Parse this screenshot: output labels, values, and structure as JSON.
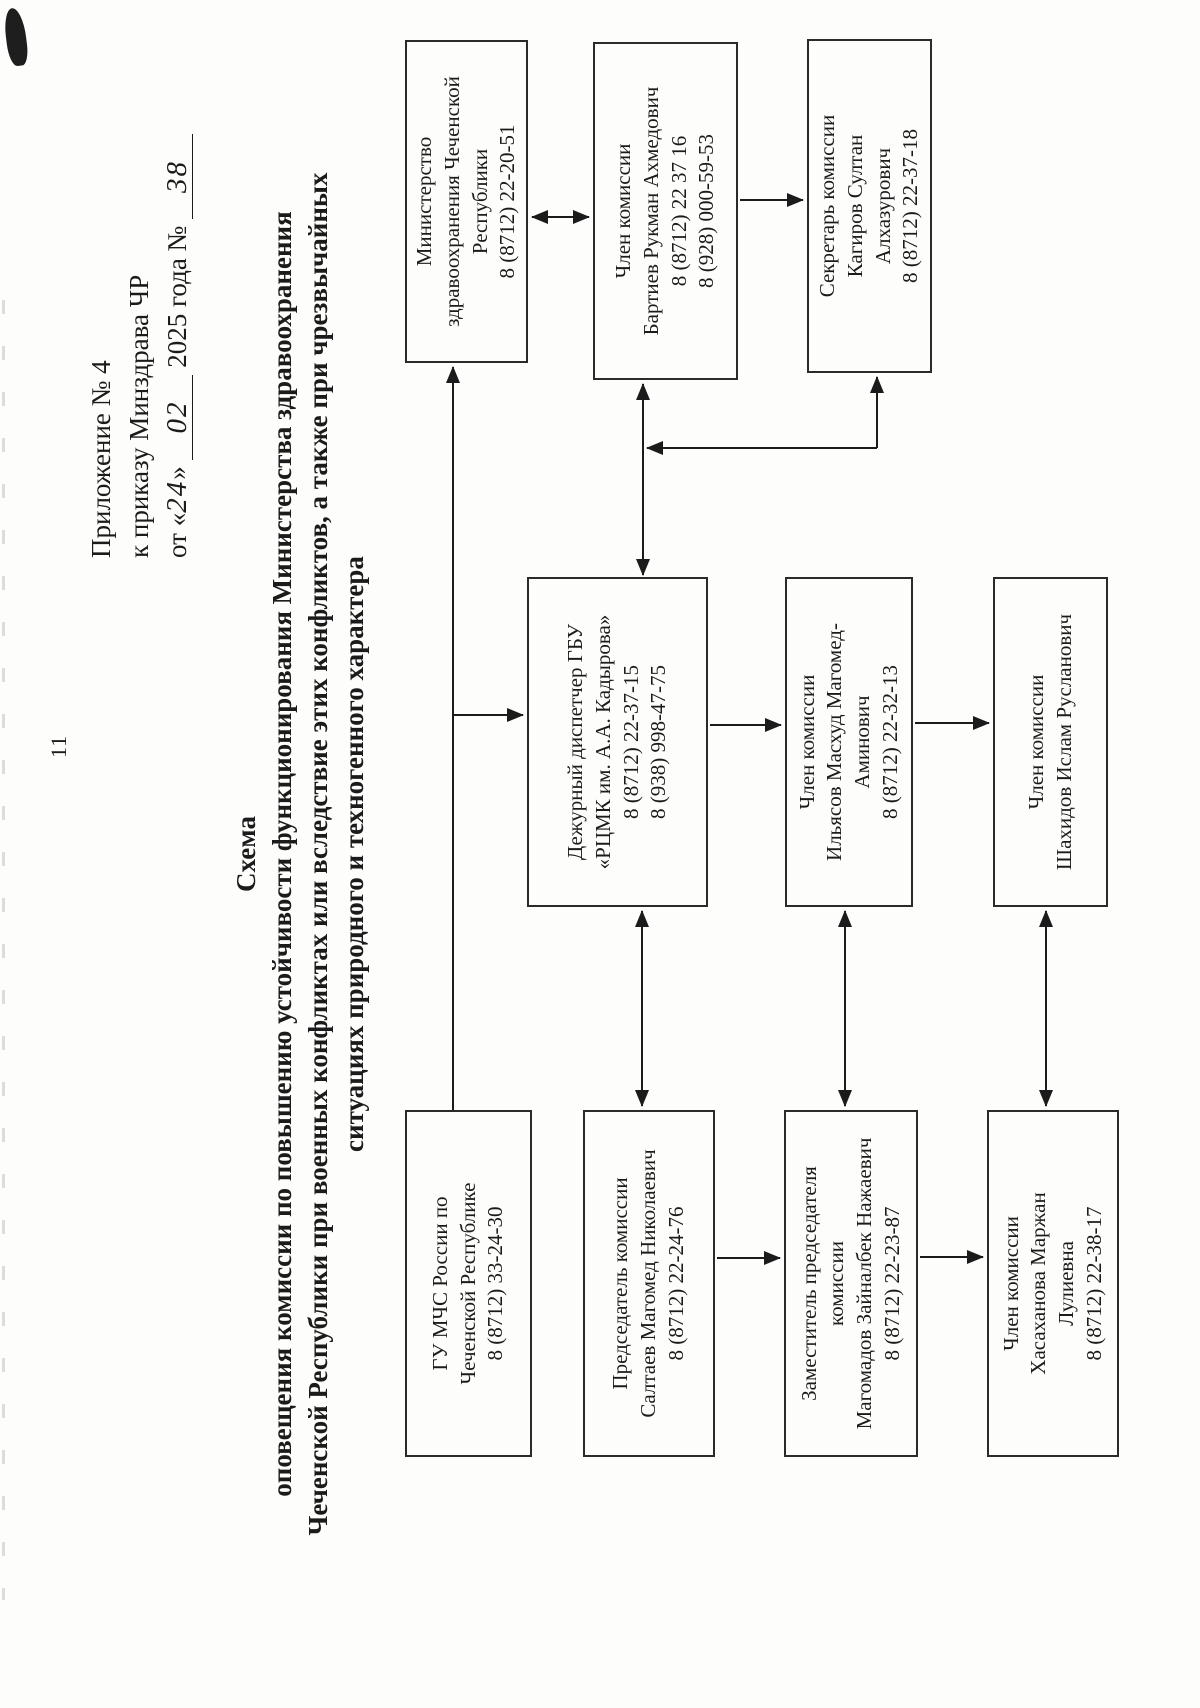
{
  "page": {
    "number": "11",
    "header": {
      "line1": "Приложение № 4",
      "line2": "к приказу Минздрава ЧР",
      "line3_prefix": "от «",
      "line3_hw1": "24",
      "line3_close": "»",
      "line3_hw2": "02",
      "line3_mid": "2025 года №",
      "line3_hw3": "38"
    },
    "title": {
      "line1": "Схема",
      "line2": "оповещения комиссии по повышению устойчивости функционирования Министерства здравоохранения",
      "line3": "Чеченской Республики при военных конфликтах или вследствие этих конфликтов, а также при чрезвычайных",
      "line4": "ситуациях природного и техногенного характера"
    }
  },
  "boxes": {
    "gu_mchs": {
      "lines": [
        "ГУ МЧС России по",
        "Чеченской Республике",
        "8 (8712) 33-24-30"
      ]
    },
    "predsedatel": {
      "lines": [
        "Председатель комиссии",
        "Салтаев Магомед Николаевич",
        "8 (8712) 22-24-76"
      ]
    },
    "zamestitel": {
      "lines": [
        "Заместитель председателя",
        "комиссии",
        "Магомадов Зайналбек Нажаевич",
        "8 (8712) 22-23-87"
      ]
    },
    "khasakhanova": {
      "lines": [
        "Член комиссии",
        "Хасаханова Маржан",
        "Лулиевна",
        "8 (8712) 22-38-17"
      ]
    },
    "dispatcher": {
      "lines": [
        "Дежурный диспетчер ГБУ",
        "«РЦМК им. А.А. Кадырова»",
        "8 (8712) 22-37-15",
        "8 (938) 998-47-75"
      ]
    },
    "ilyasov": {
      "lines": [
        "Член комиссии",
        "Ильясов Масхуд Магомед-",
        "Аминович",
        "8 (8712) 22-32-13"
      ]
    },
    "shakhidov": {
      "lines": [
        "Член комиссии",
        "Шахидов Ислам Русланович"
      ]
    },
    "minzdrav": {
      "lines": [
        "Министерство",
        "здравоохранения Чеченской",
        "Республики",
        "8 (8712) 22-20-51"
      ]
    },
    "bartiev": {
      "lines": [
        "Член комиссии",
        "Бартиев Рукман Ахмедович",
        "8 (8712) 22 37 16",
        "8 (928) 000-59-53"
      ]
    },
    "kagirov": {
      "lines": [
        "Секретарь комиссии",
        "Кагиров Султан",
        "Алхазурович",
        "8 (8712) 22-37-18"
      ]
    }
  },
  "colors": {
    "ink": "#1b1b1b",
    "border": "#2b2b2b",
    "paper": "#fdfdfc"
  }
}
